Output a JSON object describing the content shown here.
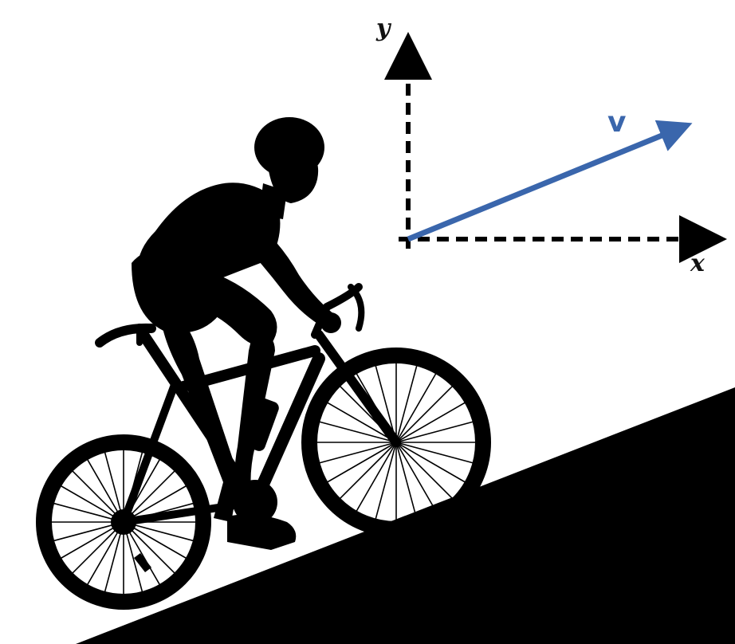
{
  "labels": {
    "y_axis": "y",
    "x_axis": "x",
    "vector": "v"
  },
  "colors": {
    "silhouette": "#000000",
    "axis": "#000000",
    "vector": "#3a66ac",
    "background": "#ffffff"
  }
}
